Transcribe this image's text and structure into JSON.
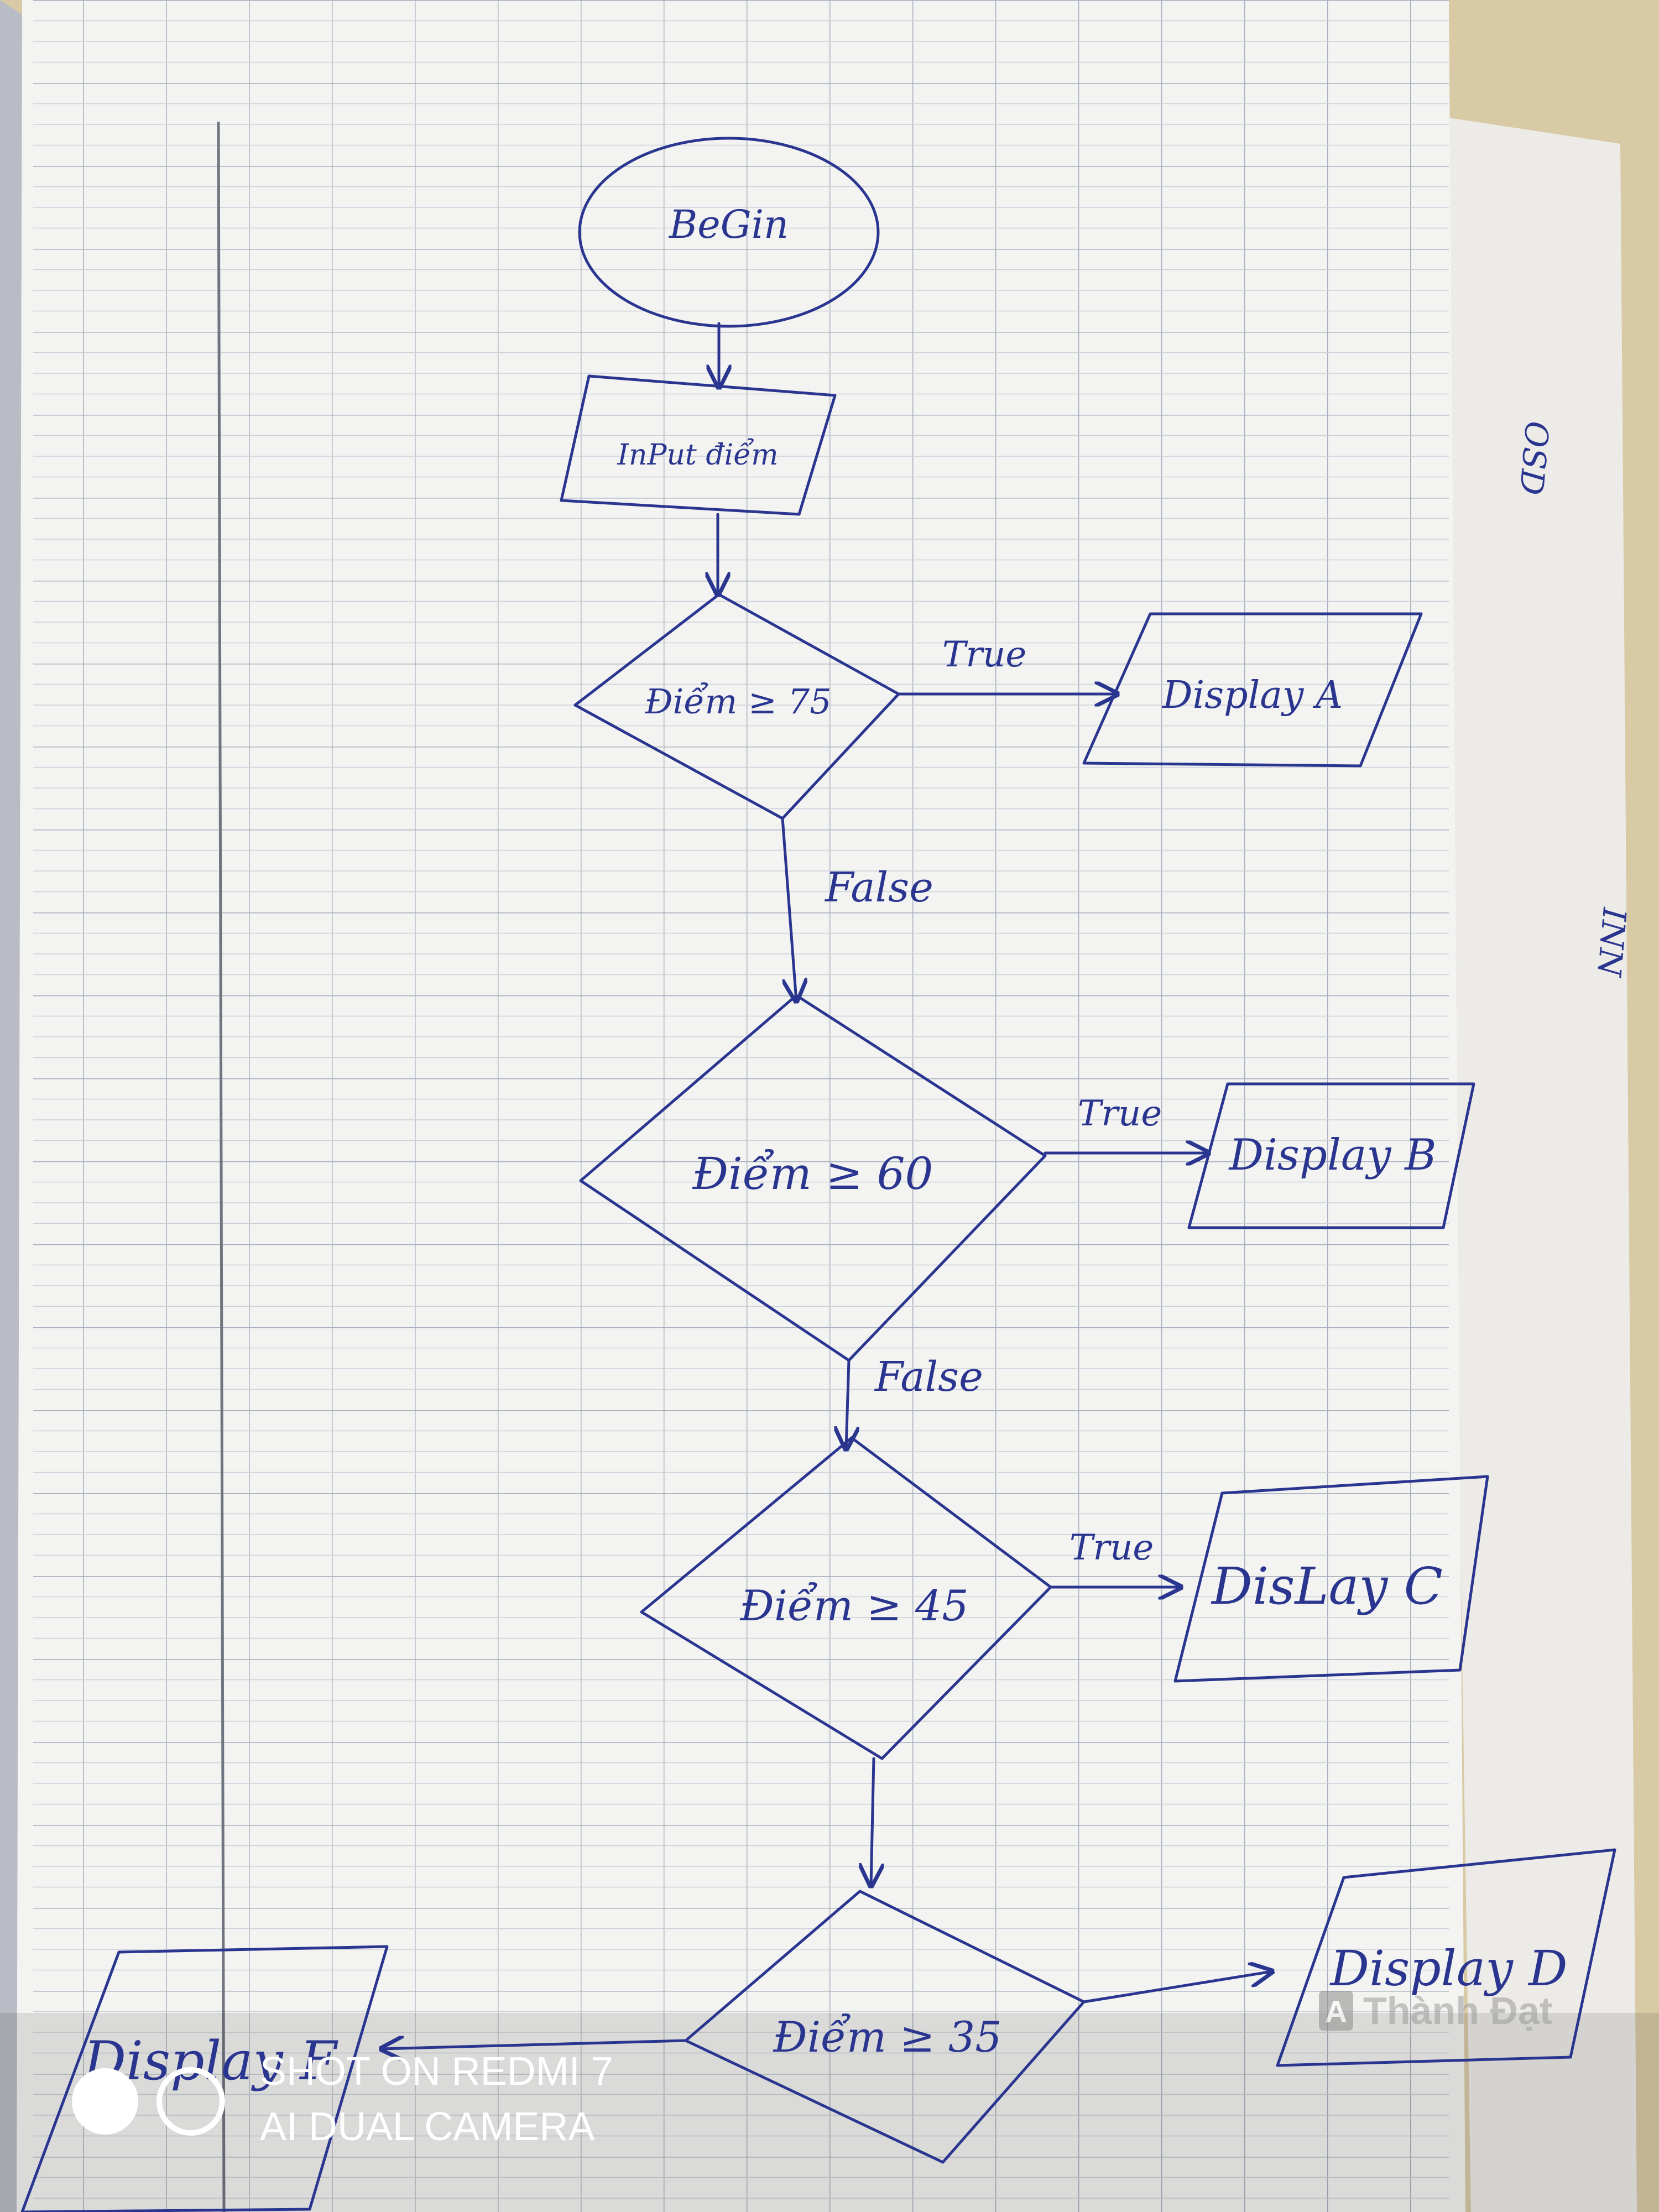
{
  "flowchart": {
    "start": "BeGin",
    "input": "InPut điểm",
    "decision_1": "Điểm ≥ 75",
    "decision_2": "Điểm ≥ 60",
    "decision_3": "Điểm ≥ 45",
    "decision_4": "Điểm ≥ 35",
    "output_a": "Display A",
    "output_b": "Display B",
    "output_c": "DisLay C",
    "output_d": "Display D",
    "output_f": "Display F",
    "label_true_1": "True",
    "label_true_2": "True",
    "label_true_3": "True",
    "label_false_1": "False",
    "label_false_2": "False"
  },
  "margin_notes": [
    "OSD",
    "INN"
  ],
  "logo_text": "Thành Đạt",
  "camera_watermark": {
    "line1": "SHOT ON REDMI 7",
    "line2": "AI DUAL CAMERA"
  },
  "ink_color": "#2a3590"
}
